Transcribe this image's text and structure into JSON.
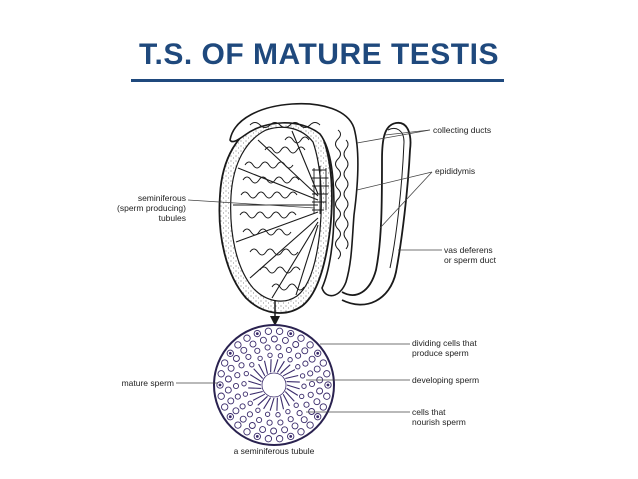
{
  "title": "T.S. OF MATURE TESTIS",
  "colors": {
    "title": "#1f497d",
    "ink": "#1a1a1a",
    "stipple": "#555555",
    "tubule_cells": "#3a2b6b"
  },
  "labels": {
    "collecting_ducts": "collecting ducts",
    "epididymis": "epididymis",
    "seminiferous": [
      "seminiferous",
      "(sperm producing)",
      "tubules"
    ],
    "vas_deferens": [
      "vas deferens",
      "or sperm duct"
    ],
    "dividing_cells": [
      "dividing cells that",
      "produce sperm"
    ],
    "developing_sperm": "developing sperm",
    "mature_sperm": "mature sperm",
    "cells_nourish": [
      "cells that",
      "nourish sperm"
    ],
    "tubule_caption": "a seminiferous tubule"
  }
}
